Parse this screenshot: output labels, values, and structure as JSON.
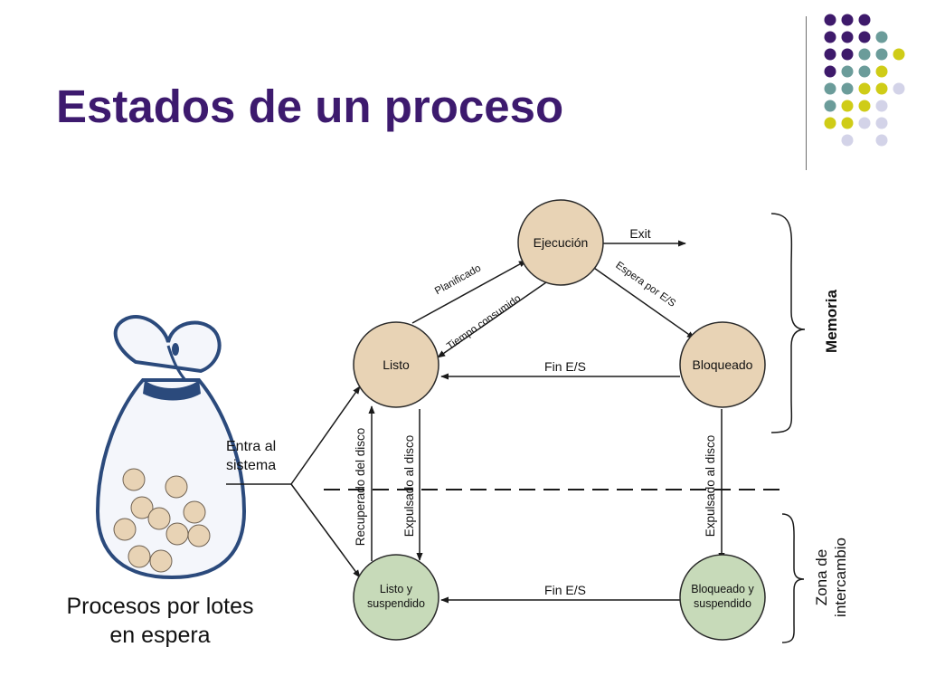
{
  "slide": {
    "title": "Estados de un proceso",
    "title_color": "#3d1a6e"
  },
  "decoration": {
    "dot_grid": [
      [
        "purple",
        "purple",
        "purple",
        null,
        null
      ],
      [
        "purple",
        "purple",
        "purple",
        "teal",
        null
      ],
      [
        "purple",
        "purple",
        "teal",
        "teal",
        "yellow"
      ],
      [
        "purple",
        "teal",
        "teal",
        "yellow",
        null
      ],
      [
        "teal",
        "teal",
        "yellow",
        "yellow",
        "lavender"
      ],
      [
        "teal",
        "yellow",
        "yellow",
        "lavender",
        null
      ],
      [
        "yellow",
        "yellow",
        "lavender",
        "lavender",
        null
      ],
      [
        null,
        "lavender",
        null,
        "lavender",
        null
      ]
    ],
    "colors": {
      "purple": "#3e1a6b",
      "teal": "#6b9c9a",
      "yellow": "#cfcc17",
      "lavender": "#d3d3e8"
    }
  },
  "diagram": {
    "states": {
      "ejecucion": "Ejecución",
      "listo": "Listo",
      "bloqueado": "Bloqueado",
      "listo_suspendido": [
        "Listo y",
        "suspendido"
      ],
      "bloqueado_suspendido": [
        "Bloqueado y",
        "suspendido"
      ]
    },
    "transitions": {
      "exit": "Exit",
      "planificado": "Planificado",
      "tiempo_consumido": "Tiempo consumido",
      "espera_es": "Espera por E/S",
      "fin_es_memory": "Fin E/S",
      "fin_es_swap": "Fin E/S",
      "recuperado": "Recuperado del disco",
      "expulsado_listo": "Expulsado al disco",
      "expulsado_bloqueado": "Expulsado al disco",
      "entra": [
        "Entra al",
        "sistema"
      ]
    },
    "zones": {
      "memoria": "Memoria",
      "intercambio": [
        "Zona de",
        "intercambio"
      ]
    },
    "colors": {
      "memory_state_fill": "#e8d3b5",
      "swap_state_fill": "#c7dab9",
      "bag_outline": "#2b4a7c",
      "bag_fill": "#f4f6fb",
      "ball_fill": "#e8d3b5"
    }
  },
  "caption": [
    "Procesos por lotes",
    "en espera"
  ]
}
